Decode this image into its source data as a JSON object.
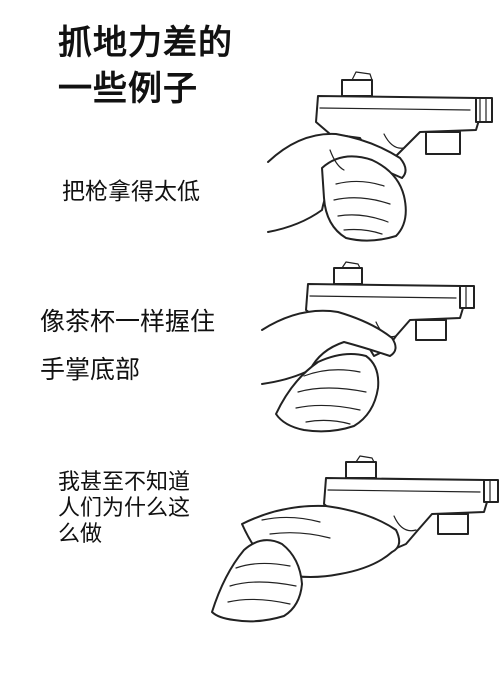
{
  "title": {
    "line1": "抓地力差的",
    "line2": "一些例子"
  },
  "examples": [
    {
      "caption_lines": [
        "把枪拿得太低"
      ]
    },
    {
      "caption_lines": [
        "像茶杯一样握住",
        "手掌底部"
      ]
    },
    {
      "caption_lines": [
        "我甚至不知道",
        "人们为什么这",
        "么做"
      ]
    }
  ],
  "icons": [
    "pistol-grip-illustration"
  ]
}
